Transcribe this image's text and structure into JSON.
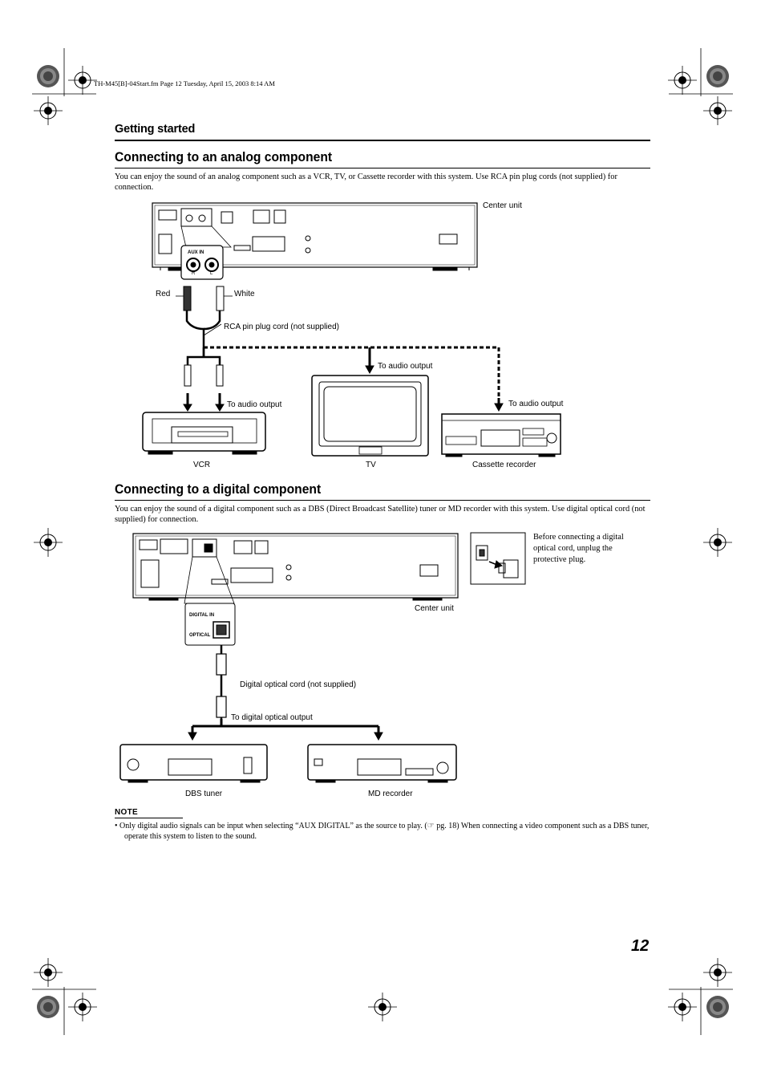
{
  "file_header": "TH-M45[B]-04Start.fm  Page 12  Tuesday, April 15, 2003  8:14 AM",
  "section_label": "Getting started",
  "analog": {
    "title": "Connecting to an analog component",
    "intro": "You can enjoy the sound of an analog component such as a VCR, TV, or Cassette recorder with this system. Use RCA pin plug cords (not supplied) for connection.",
    "center_unit": "Center unit",
    "red": "Red",
    "white": "White",
    "cord": "RCA pin plug cord (not supplied)",
    "to_audio_output_tv": "To audio output",
    "to_audio_output_vcr": "To audio output",
    "to_audio_output_cassette": "To audio output",
    "vcr": "VCR",
    "tv": "TV",
    "cassette": "Cassette recorder",
    "aux_in": "AUX IN",
    "r": "R",
    "l": "L"
  },
  "digital": {
    "title": "Connecting to a digital component",
    "intro": "You can enjoy the sound of a digital component such as a DBS (Direct Broadcast Satellite) tuner or MD recorder with this system. Use digital optical cord (not supplied) for connection.",
    "note_plug": "Before connecting a digital optical cord, unplug the protective plug.",
    "center_unit": "Center unit",
    "cord": "Digital optical cord (not supplied)",
    "to_output": "To digital optical output",
    "dbs": "DBS tuner",
    "md": "MD recorder",
    "digital_in": "DIGITAL IN",
    "optical": "OPTICAL"
  },
  "note": {
    "title": "NOTE",
    "text": "•  Only digital audio signals can be input when selecting “AUX DIGITAL” as the source to play. (☞ pg. 18) When connecting a video component such as a DBS tuner, operate this system to listen to the sound."
  },
  "page_number": "12"
}
